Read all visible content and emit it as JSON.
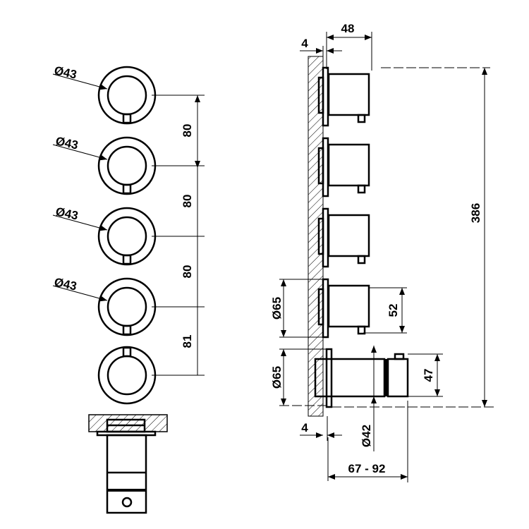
{
  "front_view": {
    "knob_diameters": [
      "Ø43",
      "Ø43",
      "Ø43",
      "Ø43"
    ],
    "spacings": [
      "80",
      "80",
      "80",
      "81"
    ]
  },
  "side_view": {
    "depth_top": "48",
    "wall_offset_top": "4",
    "total_height": "386",
    "plate_diameter_1": "Ø65",
    "plate_diameter_2": "Ø65",
    "knob_height": "52",
    "body_height": "47",
    "wall_offset_bottom": "4",
    "body_diameter": "Ø42",
    "depth_range": "67 - 92"
  },
  "colors": {
    "line": "#000000",
    "background": "#ffffff"
  }
}
